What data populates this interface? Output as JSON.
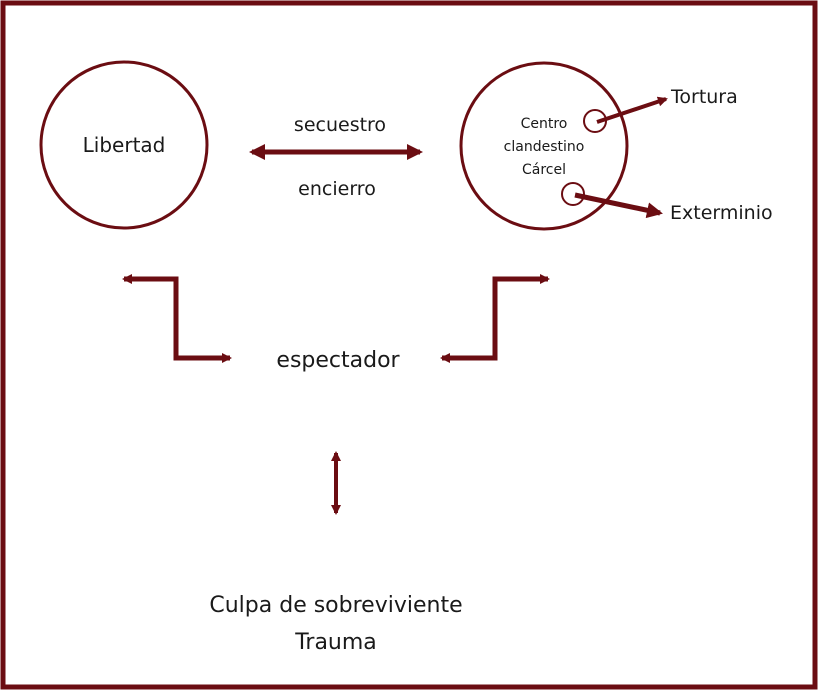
{
  "colors": {
    "accent": "#6b0d12",
    "text": "#1a1a1a",
    "background": "#ffffff"
  },
  "nodes": {
    "libertad": "Libertad",
    "centro_lines": [
      "Centro",
      "clandestino",
      "Cárcel"
    ],
    "tortura": "Tortura",
    "exterminio": "Exterminio",
    "espectador": "espectador",
    "culpa_lines": [
      "Culpa de sobreviviente",
      "Trauma"
    ]
  },
  "edges": {
    "top_label": "secuestro",
    "bottom_label": "encierro"
  }
}
